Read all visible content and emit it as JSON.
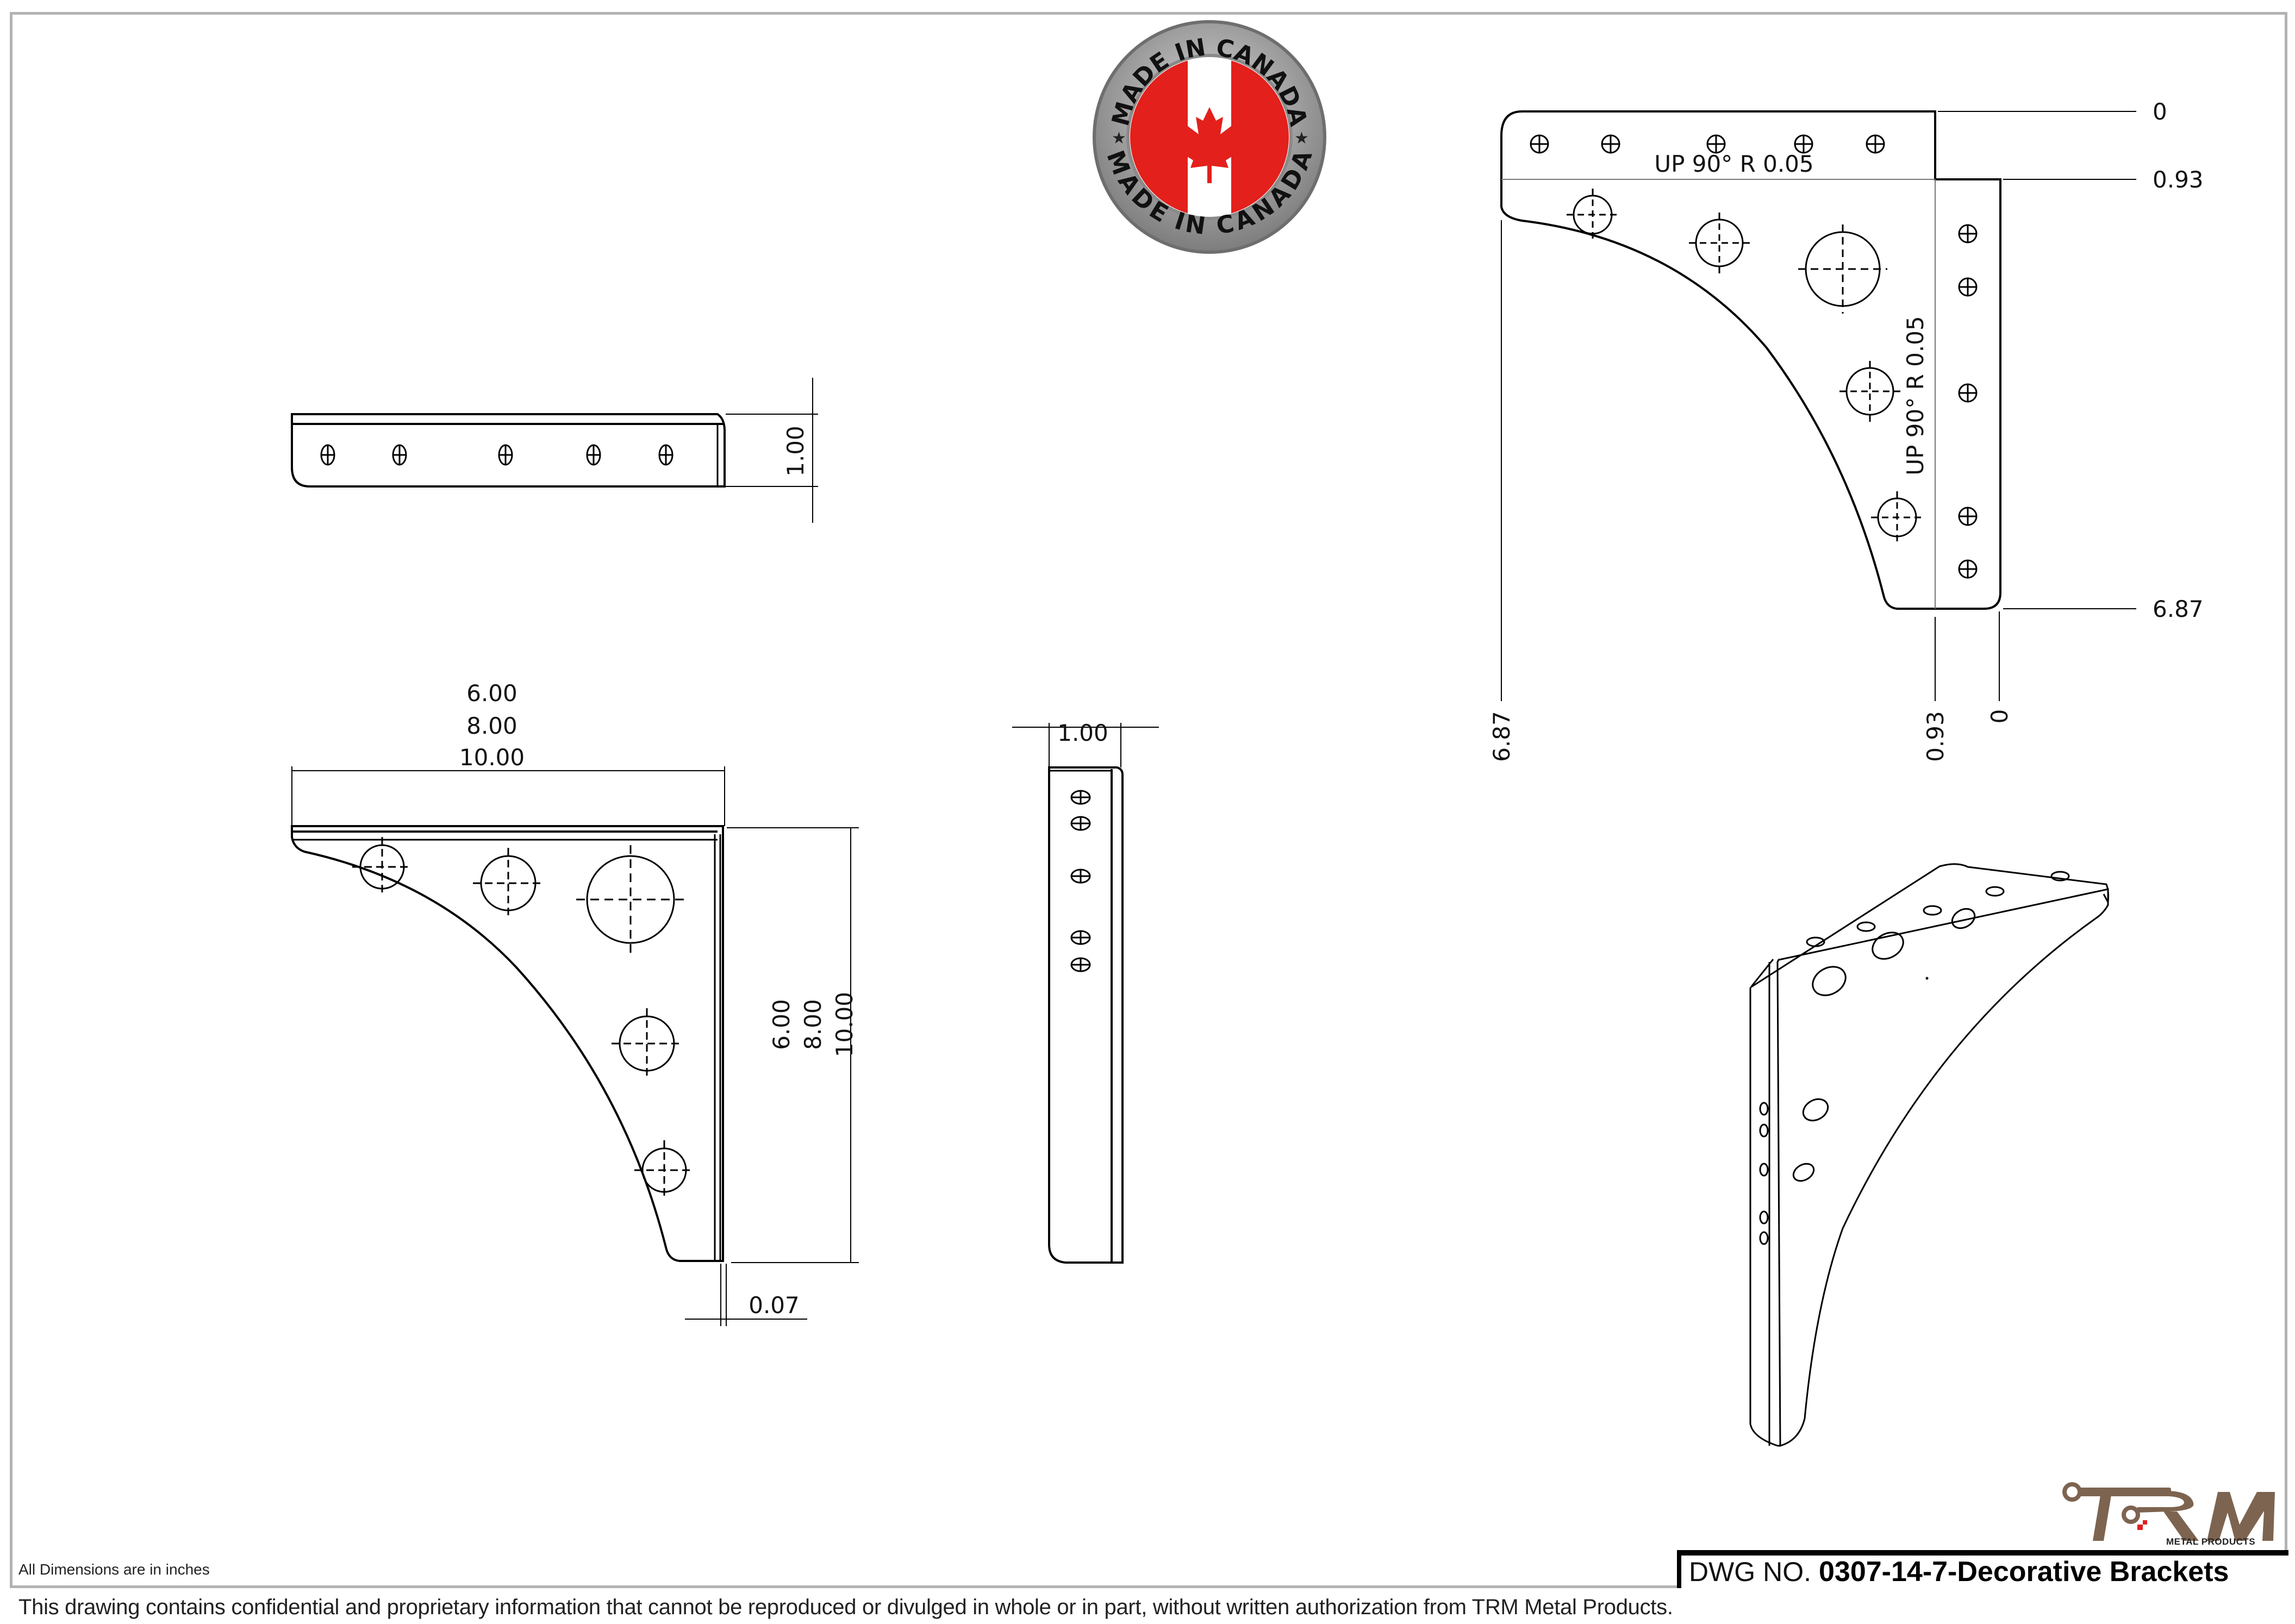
{
  "drawing": {
    "dwg_label": "DWG NO.",
    "dwg_number": "0307-14-7-Decorative Brackets",
    "units_note": "All Dimensions are in inches",
    "disclaimer": "This drawing contains confidential and proprietary information that cannot be reproduced or divulged in whole or in part, without written authorization from TRM Metal Products."
  },
  "badge": {
    "text_top": "MADE IN CANADA",
    "text_bottom": "MADE IN CANADA",
    "icon": "maple-leaf-icon",
    "colors": {
      "red": "#e3201b",
      "silver": "#9a9a9a",
      "text": "#111111"
    }
  },
  "logo": {
    "brand": "TRM",
    "subtitle": "METAL PRODUCTS",
    "colors": {
      "brand": "#7d6450",
      "accent": "#e02020"
    }
  },
  "top_view": {
    "dim_height": "1.00",
    "hole_count": 5
  },
  "front_view": {
    "dim_width_lines": [
      "6.00",
      "8.00",
      "10.00"
    ],
    "dim_height_lines": [
      "6.00",
      "8.00",
      "10.00"
    ],
    "dim_thickness": "0.07",
    "large_hole_count": 5
  },
  "side_view": {
    "dim_width": "1.00",
    "hole_count": 5
  },
  "flat_pattern": {
    "bend_note_horizontal": "UP  90°  R 0.05",
    "bend_note_vertical": "UP  90°  R 0.05",
    "ordinates_right": [
      "0",
      "0.93",
      "6.87"
    ],
    "ordinates_bottom": [
      "6.87",
      "0.93",
      "0"
    ]
  },
  "isometric_view": {
    "label": "isometric-bracket"
  }
}
